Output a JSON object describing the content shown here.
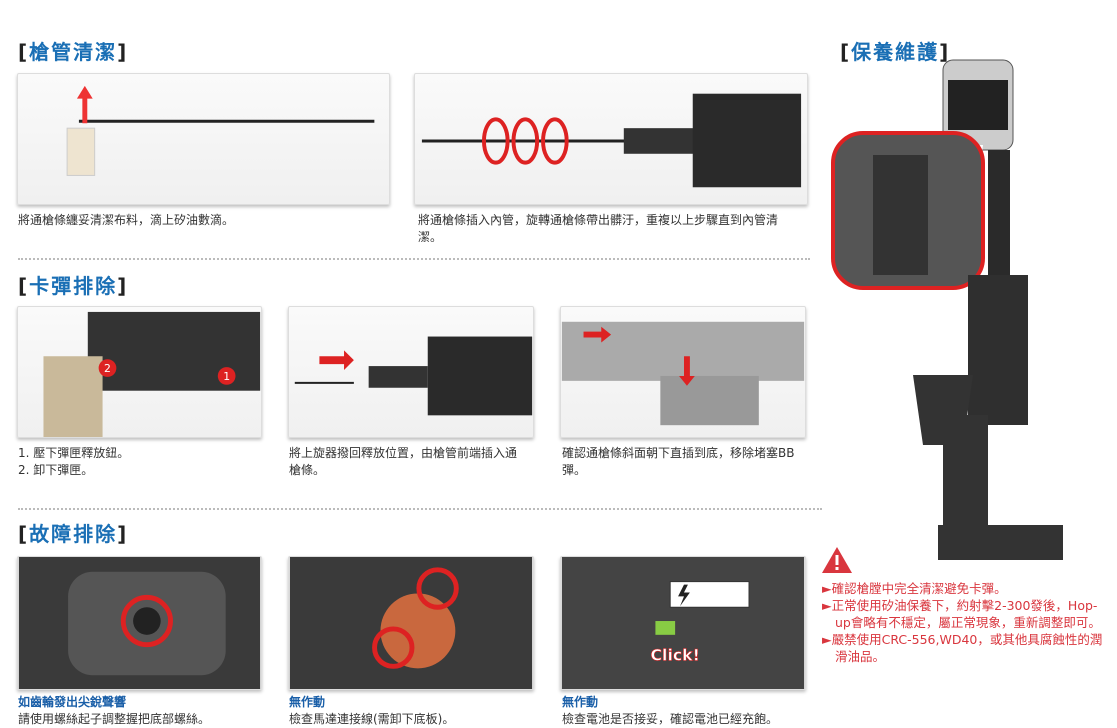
{
  "sections": {
    "barrel": {
      "title": "槍管清潔",
      "captions": [
        "將通槍條纏妥清潔布料，滴上矽油數滴。",
        "將通槍條插入內管，旋轉通槍條帶出髒汙，重複以上步驟直到內管清潔。"
      ]
    },
    "jam": {
      "title": "卡彈排除",
      "captions": [
        "1. 壓下彈匣釋放鈕。",
        "2. 卸下彈匣。",
        "將上旋器撥回釋放位置，由槍管前端插入通槍條。",
        "確認通槍條斜面朝下直插到底，移除堵塞BB彈。"
      ],
      "markers": [
        "1",
        "2"
      ]
    },
    "trouble": {
      "title": "故障排除",
      "items": [
        {
          "heading": "如齒輪發出尖銳聲響",
          "text": "請使用螺絲起子調整握把底部螺絲。"
        },
        {
          "heading": "無作動",
          "text": "檢查馬達連接線(需卸下底板)。"
        },
        {
          "heading": "無作動",
          "text": "檢查電池是否接妥，確認電池已經充飽。"
        }
      ],
      "click_label": "Click!"
    },
    "maintenance": {
      "title": "保養維護",
      "warnings": [
        "►確認槍膛中完全清潔避免卡彈。",
        "►正常使用矽油保養下，約射擊2-300發後，Hop-up會略有不穩定，屬正常現象，重新調整即可。",
        "►嚴禁使用CRC-556,WD40，或其他具腐蝕性的潤滑油品。"
      ],
      "icon": "warning-triangle-icon"
    }
  },
  "colors": {
    "accent": "#1a6fb5",
    "warning": "#d9363e"
  }
}
